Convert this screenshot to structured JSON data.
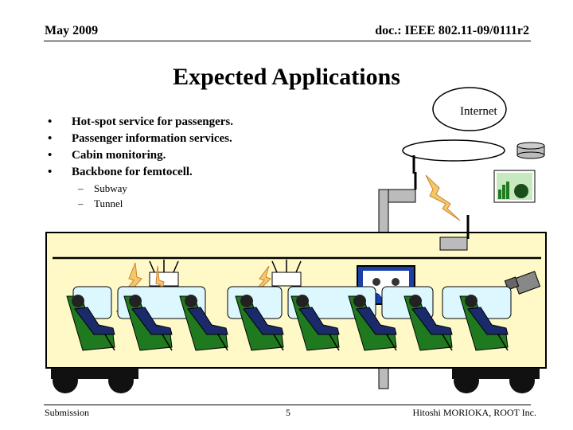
{
  "header": {
    "date": "May 2009",
    "doc_id": "doc.: IEEE 802.11-09/0111r2"
  },
  "slide": {
    "title": "Expected Applications",
    "bullets": [
      "Hot-spot service for passengers.",
      "Passenger information services.",
      "Cabin monitoring.",
      "Backbone for femtocell."
    ],
    "sub_bullets": [
      "Subway",
      "Tunnel"
    ],
    "bullet_glyph": "•",
    "sub_glyph": "–"
  },
  "diagram": {
    "internet_label": "Internet",
    "icons": [
      "cloud-icon",
      "server-icon",
      "monitor-icon",
      "antenna-icon",
      "lightning-icon",
      "camera-icon",
      "passenger-icon",
      "train-car-icon"
    ],
    "colors": {
      "train_body": "#fff9c8",
      "seat": "#1f7a1f",
      "window": "#ddf7ff",
      "lightning": "#f2c96a"
    }
  },
  "footer": {
    "left": "Submission",
    "page": "5",
    "author": "Hitoshi MORIOKA, ROOT Inc."
  }
}
